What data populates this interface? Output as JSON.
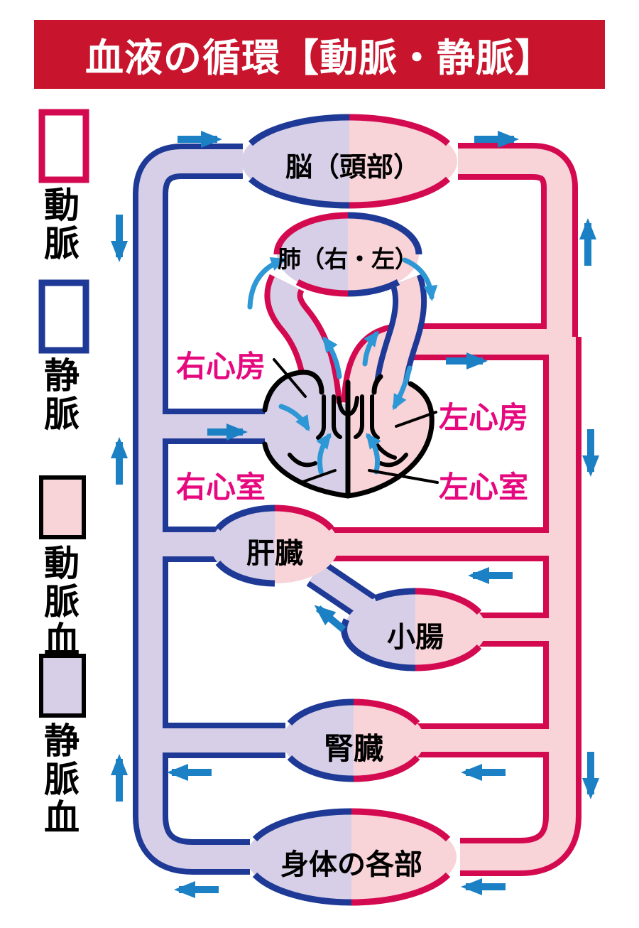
{
  "title": "血液の循環【動脈・静脈】",
  "legend": {
    "items": [
      {
        "id": "artery",
        "label": "動脈",
        "swatch_fill": "#ffffff",
        "swatch_border": "#d40a50"
      },
      {
        "id": "vein",
        "label": "静脈",
        "swatch_fill": "#ffffff",
        "swatch_border": "#1e3a96"
      },
      {
        "id": "arterial-blood",
        "label": "動脈血",
        "swatch_fill": "#f8d3d8",
        "swatch_border": "#000000"
      },
      {
        "id": "venous-blood",
        "label": "静脈血",
        "swatch_fill": "#d7cfe7",
        "swatch_border": "#000000"
      }
    ]
  },
  "organs": {
    "brain": {
      "label": "脳（頭部）"
    },
    "lungs": {
      "label": "肺（右・左）"
    },
    "liver": {
      "label": "肝臓"
    },
    "intestine": {
      "label": "小腸"
    },
    "kidney": {
      "label": "腎臓"
    },
    "body": {
      "label": "身体の各部"
    }
  },
  "heart": {
    "chambers": {
      "right_atrium": "右心房",
      "left_atrium": "左心房",
      "right_ventricle": "右心室",
      "left_ventricle": "左心室"
    }
  },
  "colors": {
    "banner_red": "#c8142c",
    "artery_outline": "#d40a50",
    "vein_outline": "#1e3a96",
    "arterial_blood_fill": "#f8d3d8",
    "venous_blood_fill": "#d7cfe7",
    "flow_arrow": "#1b80c4",
    "heart_flow_arrow": "#2e97d5",
    "chamber_label": "#e5087e"
  }
}
